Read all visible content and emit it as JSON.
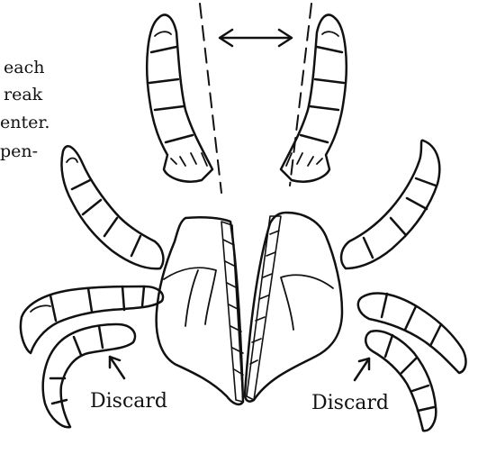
{
  "side_text": [
    "each",
    "reak",
    "enter.",
    "pen-"
  ],
  "labels": {
    "discard_left": "Discard",
    "discard_right": "Discard"
  }
}
